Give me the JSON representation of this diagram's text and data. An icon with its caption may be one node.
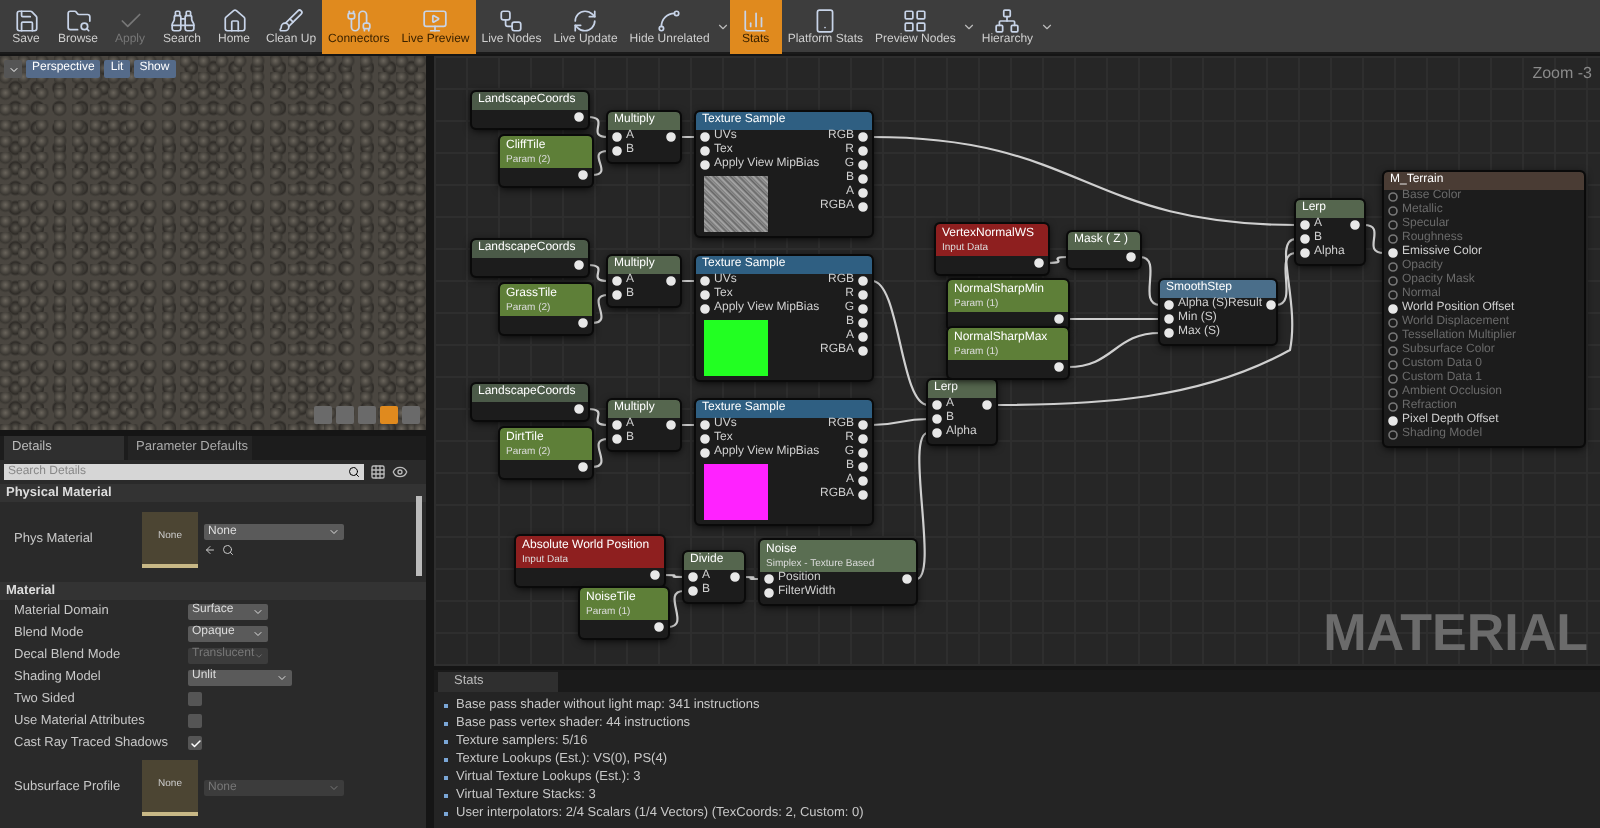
{
  "diagram": {
    "nodes": [
      {
        "text": [
          "LandscapeCoords"
        ]
      },
      {
        "text": [
          "CliffTile",
          "Param (2)"
        ]
      },
      {
        "text": [
          "Multiply",
          "A",
          "B"
        ]
      },
      {
        "text": [
          "Texture Sample",
          "UVs",
          "Tex",
          "Apply View MipBias",
          "RGB",
          "R",
          "G",
          "B",
          "A",
          "RGBA"
        ]
      },
      {
        "text": [
          "LandscapeCoords"
        ]
      },
      {
        "text": [
          "GrassTile",
          "Param (2)"
        ]
      },
      {
        "text": [
          "Multiply",
          "A",
          "B"
        ]
      },
      {
        "text": [
          "Texture Sample",
          "UVs",
          "Tex",
          "Apply View MipBias",
          "RGB",
          "R",
          "G",
          "B",
          "A",
          "RGBA"
        ]
      },
      {
        "text": [
          "LandscapeCoords"
        ]
      },
      {
        "text": [
          "DirtTile",
          "Param (2)"
        ]
      },
      {
        "text": [
          "Multiply",
          "A",
          "B"
        ]
      },
      {
        "text": [
          "Texture Sample",
          "UVs",
          "Tex",
          "Apply View MipBias",
          "RGB",
          "R",
          "G",
          "B",
          "A",
          "RGBA"
        ]
      },
      {
        "text": [
          "Absolute World Position",
          "Input Data"
        ]
      },
      {
        "text": [
          "NoiseTile",
          "Param (1)"
        ]
      },
      {
        "text": [
          "Divide",
          "A",
          "B"
        ]
      },
      {
        "text": [
          "Noise",
          "Simplex - Texture Based",
          "Position",
          "FilterWidth"
        ]
      },
      {
        "text": [
          "Lerp",
          "A",
          "B",
          "Alpha"
        ]
      },
      {
        "text": [
          "VertexNormalWS",
          "Input Data"
        ]
      },
      {
        "text": [
          "Mask ( Z )"
        ]
      },
      {
        "text": [
          "NormalSharpMin",
          "Param (1)"
        ]
      },
      {
        "text": [
          "NormalSharpMax",
          "Param (1)"
        ]
      },
      {
        "text": [
          "SmoothStep",
          "Alpha (S)",
          "Min (S)",
          "Max (S)",
          "Result"
        ]
      },
      {
        "text": [
          "Lerp",
          "A",
          "B",
          "Alpha"
        ]
      },
      {
        "text": [
          "M_Terrain",
          "Base Color",
          "Metallic",
          "Specular",
          "Roughness",
          "Emissive Color",
          "Opacity",
          "Opacity Mask",
          "Normal",
          "World Position Offset",
          "World Displacement",
          "Tessellation Multiplier",
          "Subsurface Color",
          "Custom Data 0",
          "Custom Data 1",
          "Ambient Occlusion",
          "Refraction",
          "Pixel Depth Offset",
          "Shading Model"
        ]
      }
    ],
    "edges": [
      {
        "from": 0,
        "to": 2,
        "arrow": "none"
      },
      {
        "from": 1,
        "to": 2,
        "arrow": "none"
      },
      {
        "from": 2,
        "to": 3,
        "arrow": "none"
      },
      {
        "from": 3,
        "to": 22,
        "arrow": "none"
      },
      {
        "from": 4,
        "to": 6,
        "arrow": "none"
      },
      {
        "from": 5,
        "to": 6,
        "arrow": "none"
      },
      {
        "from": 6,
        "to": 7,
        "arrow": "none"
      },
      {
        "from": 7,
        "to": 16,
        "arrow": "none"
      },
      {
        "from": 8,
        "to": 10,
        "arrow": "none"
      },
      {
        "from": 9,
        "to": 10,
        "arrow": "none"
      },
      {
        "from": 10,
        "to": 11,
        "arrow": "none"
      },
      {
        "from": 11,
        "to": 16,
        "arrow": "none"
      },
      {
        "from": 12,
        "to": 14,
        "arrow": "none"
      },
      {
        "from": 13,
        "to": 14,
        "arrow": "none"
      },
      {
        "from": 14,
        "to": 15,
        "arrow": "none"
      },
      {
        "from": 15,
        "to": 16,
        "arrow": "none"
      },
      {
        "from": 16,
        "to": 22,
        "arrow": "none"
      },
      {
        "from": 17,
        "to": 18,
        "arrow": "none"
      },
      {
        "from": 18,
        "to": 21,
        "arrow": "none"
      },
      {
        "from": 19,
        "to": 21,
        "arrow": "none"
      },
      {
        "from": 20,
        "to": 21,
        "arrow": "none"
      },
      {
        "from": 21,
        "to": 22,
        "arrow": "none"
      },
      {
        "from": 22,
        "to": 23,
        "arrow": "none"
      }
    ],
    "labels": [
      "Save",
      "Browse",
      "Apply",
      "Search",
      "Home",
      "Clean Up",
      "Connectors",
      "Live Preview",
      "Live Nodes",
      "Live Update",
      "Hide Unrelated",
      "Stats",
      "Platform Stats",
      "Preview Nodes",
      "Hierarchy",
      "Perspective",
      "Lit",
      "Show",
      "Zoom -3",
      "Details",
      "Parameter Defaults",
      "Search Details",
      "Physical Material",
      "Phys Material",
      "None",
      "None",
      "Material",
      "Material Domain",
      "Surface",
      "Blend Mode",
      "Opaque",
      "Decal Blend Mode",
      "Translucent",
      "Shading Model",
      "Unlit",
      "Two Sided",
      "Use Material Attributes",
      "Cast Ray Traced Shadows",
      "Subsurface Profile",
      "None",
      "None",
      "MATERIAL",
      "Stats",
      "Base pass shader without light map: 341 instructions",
      "Base pass vertex shader: 44 instructions",
      "Texture samplers: 5/16",
      "Texture Lookups (Est.): VS(0), PS(4)",
      "Virtual Texture Lookups (Est.): 3",
      "Virtual Texture Stacks: 3",
      "User interpolators: 2/4 Scalars (1/4 Vectors) (TexCoords: 2, Custom: 0)"
    ]
  }
}
